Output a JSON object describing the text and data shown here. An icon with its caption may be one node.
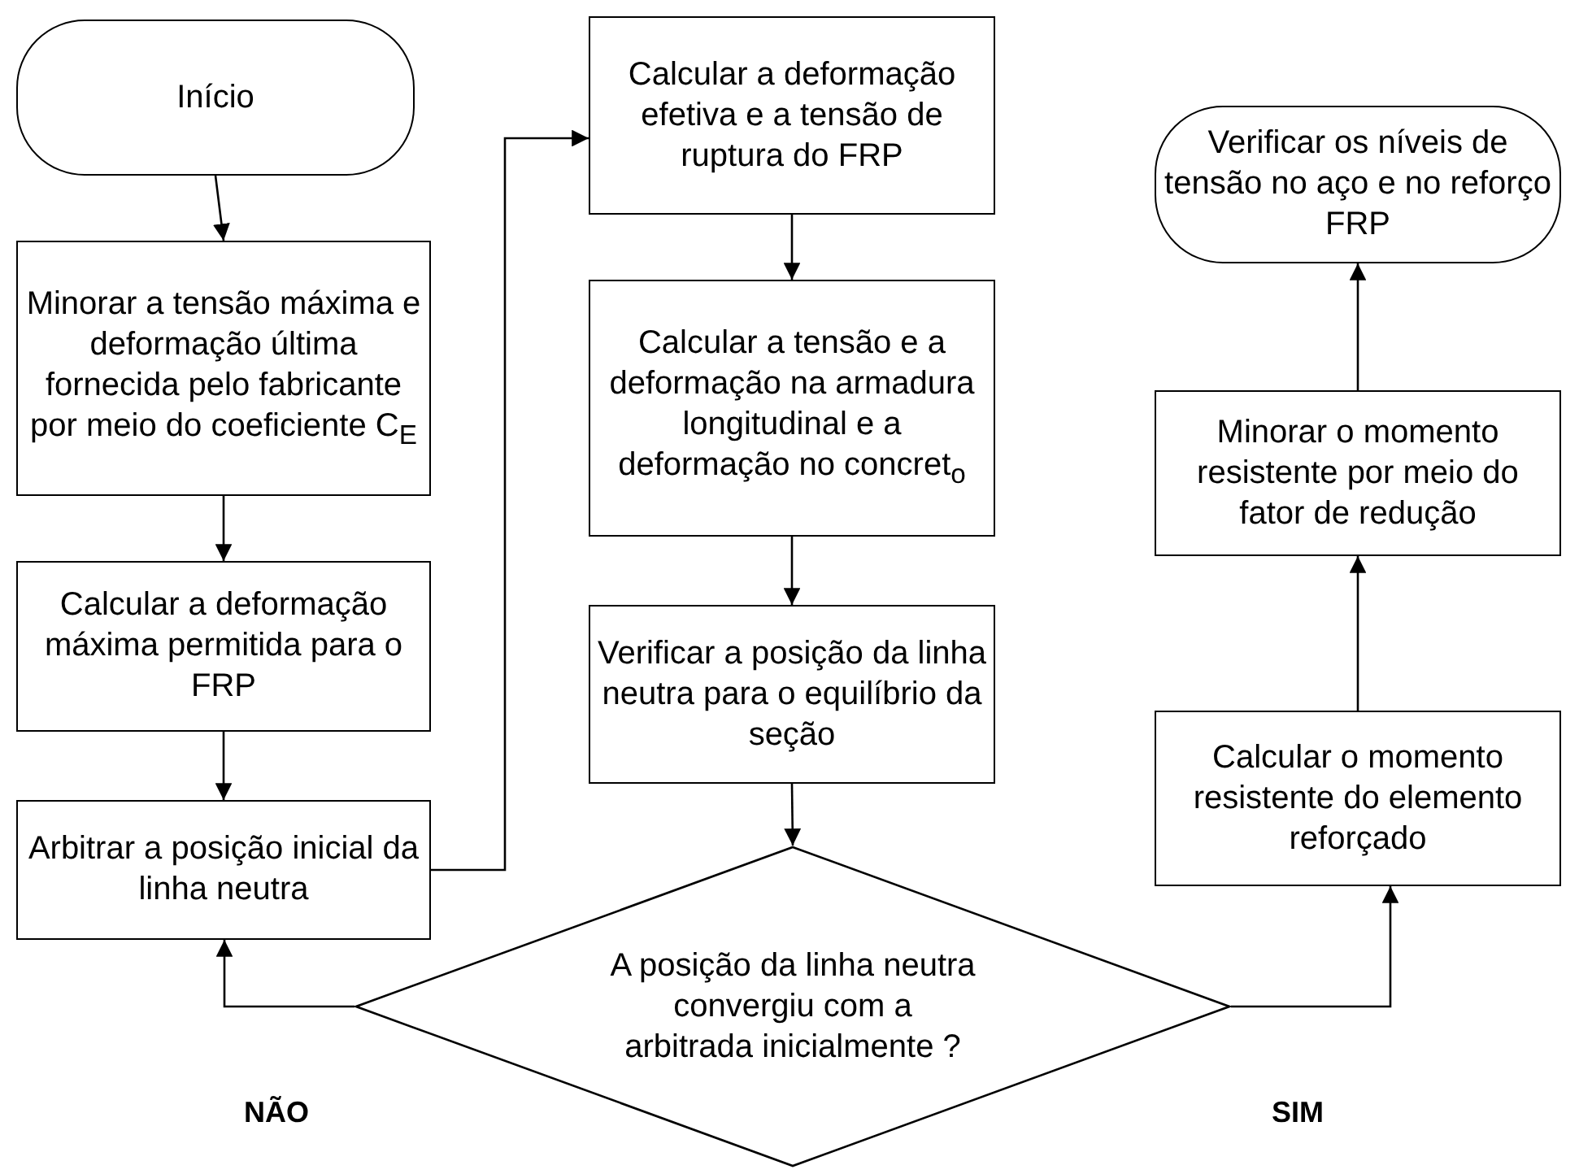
{
  "diagram": {
    "nodes": [
      {
        "text": [
          "Início"
        ]
      },
      {
        "text": [
          "Minorar a tensão máxima e deformação última fornecida pelo fabricante por meio do coeficiente C$_{E}$"
        ]
      },
      {
        "text": [
          "Calcular a deformação máxima permitida para o FRP"
        ]
      },
      {
        "text": [
          "Arbitrar a posição inicial da linha neutra"
        ]
      },
      {
        "text": [
          "Calcular a deformação efetiva e a tensão de ruptura do FRP"
        ]
      },
      {
        "text": [
          "Calcular a tensão e a deformação na armadura longitudinal e a deformação no concret$_{o}$"
        ]
      },
      {
        "text": [
          "Verificar a posição da linha neutra para o equilíbrio da seção"
        ]
      },
      {
        "text": [
          "A posição da linha neutra convergiu com a arbitrada inicialmente ?"
        ]
      },
      {
        "text": [
          "Calcular o momento resistente do elemento reforçado"
        ]
      },
      {
        "text": [
          "Minorar o momento resistente por meio do fator de redução"
        ]
      },
      {
        "text": [
          "Verificar os níveis de tensão no aço e no reforço FRP"
        ]
      }
    ],
    "edges": [
      {
        "from": 0,
        "to": 1,
        "arrow": "to"
      },
      {
        "from": 1,
        "to": 2,
        "arrow": "to"
      },
      {
        "from": 2,
        "to": 3,
        "arrow": "to"
      },
      {
        "from": 3,
        "to": 4,
        "arrow": "to"
      },
      {
        "from": 4,
        "to": 5,
        "arrow": "to"
      },
      {
        "from": 5,
        "to": 6,
        "arrow": "to"
      },
      {
        "from": 6,
        "to": 7,
        "arrow": "to"
      },
      {
        "from": 7,
        "to": 3,
        "arrow": "to",
        "label": "NÃO"
      },
      {
        "from": 7,
        "to": 8,
        "arrow": "to",
        "label": "SIM"
      },
      {
        "from": 8,
        "to": 9,
        "arrow": "to"
      },
      {
        "from": 9,
        "to": 10,
        "arrow": "to"
      }
    ]
  }
}
